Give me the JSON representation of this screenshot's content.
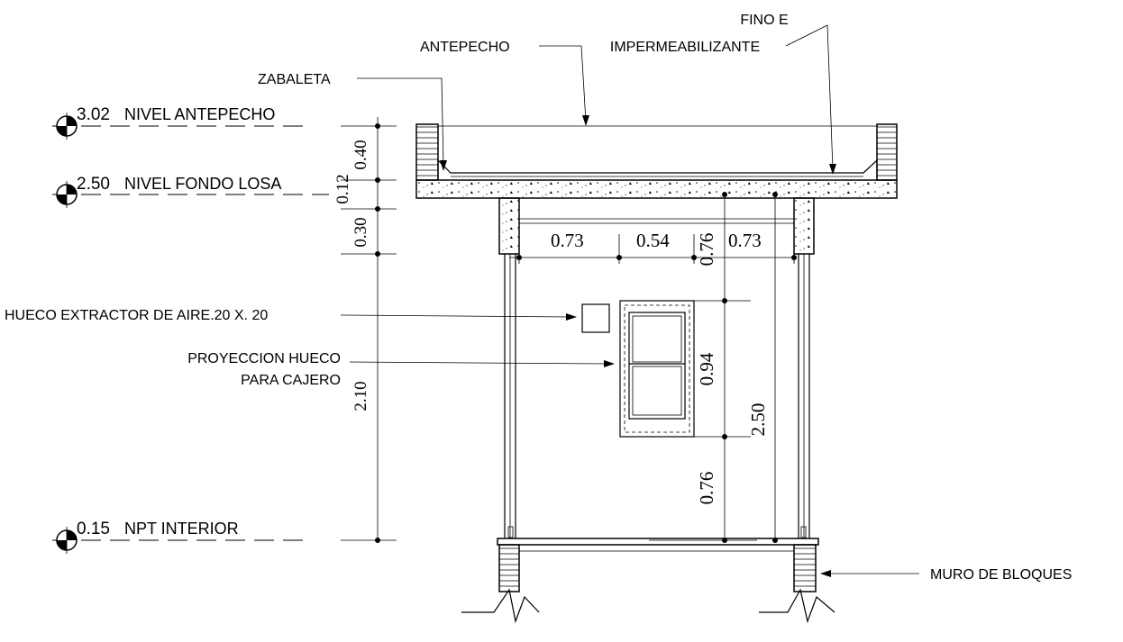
{
  "levels": [
    {
      "value": "3.02",
      "label": "NIVEL  ANTEPECHO"
    },
    {
      "value": "2.50",
      "label": "NIVEL  FONDO  LOSA"
    },
    {
      "value": "0.15",
      "label": "NPT  INTERIOR"
    }
  ],
  "callouts": {
    "antepecho": "ANTEPECHO",
    "fino_1": "FINO E",
    "fino_2": "IMPERMEABILIZANTE",
    "zabaleta": "ZABALETA",
    "hueco_extractor": "HUECO EXTRACTOR DE AIRE.20 X. 20",
    "proyeccion_1": "PROYECCION HUECO",
    "proyeccion_2": "PARA CAJERO",
    "muro": "MURO DE BLOQUES"
  },
  "dimensions": {
    "antepecho_h": "0.40",
    "losa_h": "0.12",
    "viga_h": "0.30",
    "puerta_h": "2.10",
    "ancho_1": "0.73",
    "ancho_2": "0.54",
    "ancho_3": "0.73",
    "cajero_top": "0.76",
    "cajero_h": "0.94",
    "cajero_base": "0.76",
    "total_h": "2.50"
  }
}
